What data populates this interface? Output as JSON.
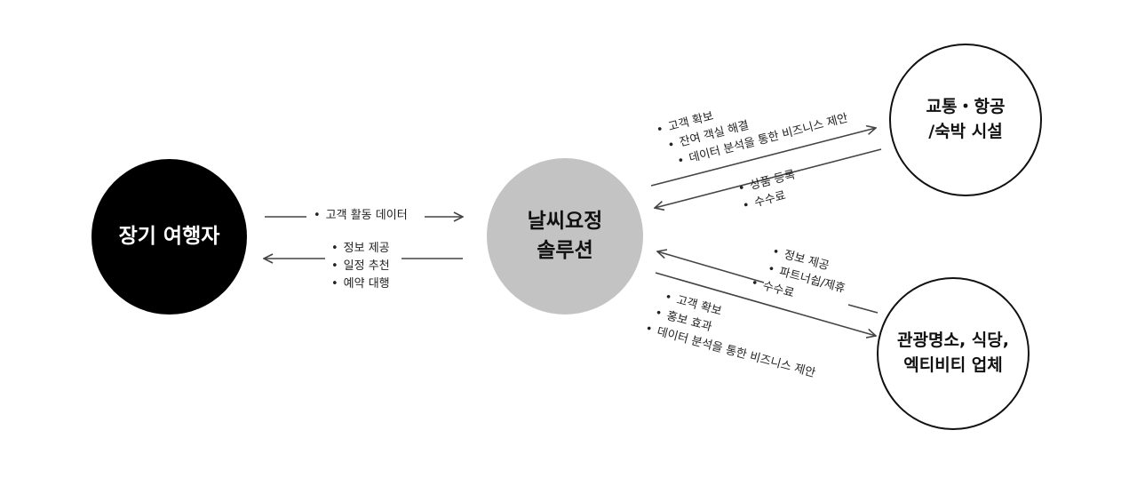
{
  "nodes": {
    "traveler": "장기 여행자",
    "solution": [
      "날씨요정",
      "솔루션"
    ],
    "transport": [
      "교통・항공",
      "/숙박 시설"
    ],
    "attraction": [
      "관광명소, 식당,",
      "엑티비티 업체"
    ]
  },
  "edges": {
    "traveler_to_solution": [
      "고객 활동 데이터"
    ],
    "solution_to_traveler": [
      "정보 제공",
      "일정 추천",
      "예약 대행"
    ],
    "solution_to_transport": [
      "고객 확보",
      "잔여 객실 해결",
      "데이터 분석을 통한 비즈니스 제안"
    ],
    "transport_to_solution": [
      "상품 등록",
      "수수료"
    ],
    "attraction_to_solution": [
      "정보 제공",
      "파트너쉽/제휴",
      "수수료"
    ],
    "solution_to_attraction": [
      "고객 확보",
      "홍보 효과",
      "데이터 분석을 통한 비즈니스 제안"
    ]
  },
  "bullet": "•",
  "colors": {
    "traveler": "#000000",
    "solution": "#c3c3c3",
    "line": "#444444"
  }
}
